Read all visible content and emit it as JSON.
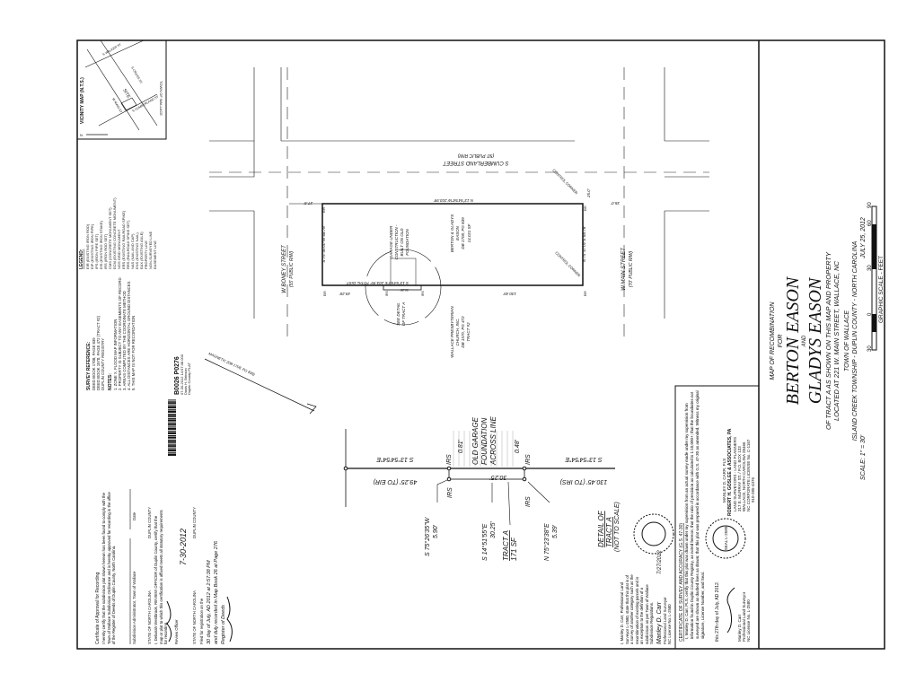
{
  "title_block": {
    "map_of": "MAP OF RECOMBINATION",
    "for": "FOR",
    "owner1": "BERTON EASON",
    "and": "AND",
    "owner2": "GLADYS EASON",
    "desc1": "OF TRACT A AS SHOWN ON THIS MAP AND PROPERTY",
    "desc2": "LOCATED AT 221 W. MAIN STREET, WALLACE, NC",
    "town": "TOWN OF WALLACE",
    "township": "ISLAND CREEK TOWNSHIP - DUPLIN COUNTY - NORTH CAROLINA",
    "scale": "SCALE: 1\" = 30'",
    "date": "JULY 25, 2012",
    "graphic_scale": "GRAPHIC SCALE - FEET",
    "scale_ticks": [
      "30",
      "0",
      "30",
      "60",
      "90"
    ]
  },
  "surveyor_block": {
    "cert_title": "CERTIFICATE OF SURVEY AND ACCURACY (G.S. 47-30)",
    "cert_text": "I, Manley D. Carr, PLS, certify that this plat was drawn under my supervision from an actual survey made under my supervision from information found in Duplin County Registry, as noted hereon; that the ratio of precision as calculated is 1:10,000+; that the boundaries not surveyed are shown as dashed lines as drawn; that this plat was prepared in accordance with G.S. 47-30 as amended. Witness my original signature, License Number, and Seal.",
    "date_line": "this 27th day of July, AD 2012.",
    "name": "Manley D. Carr",
    "title": "Professional Land Surveyor",
    "license": "NC License No. L-2580",
    "firm1": "MANLEY D. CARR, PLS",
    "firm2": "ROBERT H. GOSLEE & ASSOCIATES, PA",
    "firm3": "LAND SURVEYORS - LAND PLANNERS",
    "firm4": "317 E. MURRAY ST. / P.O. BOX 133",
    "firm5": "WALLACE, NORTH CAROLINA 28466",
    "firm6": "NC CORPORATE LICENSE No. C-1167",
    "firm7": "910-285-4376",
    "seal": "SEAL L-2580"
  },
  "left_block": {
    "approval_title": "Certificate of Approval for Recording",
    "approval_text": "I hereby certify that the subdivision plat shown hereon has been found to comply with the Town of Wallace Subdivision Ordinance and is hereby approved for recording in the office of the Register of Deeds of Duplin County, North Carolina.",
    "admin": "Subdivision Administrator, Town of Wallace",
    "date_label": "Date",
    "state1": "STATE OF NORTH CAROLINA",
    "county1": "DUPLIN COUNTY",
    "review_text": "I, Deborah Westbrook, REVIEW OFFICER of Duplin County, certify that the map or plat to which this certification is affixed meets all statutory requirements for recording.",
    "review_officer": "Review Officer",
    "review_date": "7-30-2012",
    "state2": "STATE OF NORTH CAROLINA",
    "county2": "DUPLIN COUNTY",
    "filed": "Filed for registration on the",
    "filed_day": "30 day of July, AD 2012 at 2:57:38 PM",
    "recorded": "and duly recorded in Map Book 26 at Page 276",
    "register": "Register of Deeds",
    "surveyor_cert": "I, Manley D. Carr, Professional Land Surveyor L-2580, state that this plat is of a survey of another category such as the recombination of existing parcels and is an exception to the definition of a subdivision as per Town of Wallace Subdivision Regulations.",
    "surveyor_date": "7/27/2012",
    "surveyor_name": "Manley D. Carr",
    "surveyor_title": "Professional Land Surveyor",
    "surveyor_license": "NC License No. L-2580"
  },
  "recording_stamp": {
    "book": "B0026 P0276",
    "line1": "07-30-2012 14:57:38.000",
    "line2": "Davis H. Brinson",
    "line3": "Duplin County PLAT"
  },
  "notes": {
    "ref_title": "SURVEY REFERENCE:",
    "refs": [
      "DEED BOOK 1708, PAGE 839",
      "DEED BOOK 1570, PAGE 472 (TRACT #2)",
      "DUPLIN COUNTY REGISTRY"
    ],
    "notes_title": "NOTES:",
    "items": [
      "1. ZONE X, FLOOD MAP INFORMATION",
      "2. PROPERTY IS SUBJECT TO ANY EASEMENTS OF RECORD",
      "3. AREAS COMPUTED BY THE COORDINATE METHOD",
      "4. ALL DISTANCES ARE HORIZONTAL GROUND DISTANCES",
      "5. THIS MAP IS NOT FOR RECORDATION"
    ]
  },
  "legend": {
    "title": "LEGEND:",
    "items": [
      "EIR (EXISTING IRON ROD)",
      "EIP (EXISTING IRON PIPE)",
      "IPS (IRON PIPE SET)",
      "EIS (EXISTING IRON STAKE)",
      "IRS (IRON ROD SET)",
      "CMS (CONCRETE MONUMENT SET)",
      "ECM (EXISTING CONCRETE MONUMENT)",
      "NGS GRID MONUMENT",
      "ERS (EXISTING RAILROAD SPIKE)",
      "RRS (RAILROAD SPIKE SET)",
      "NAS (NAIL AND CAP)",
      "ENS (EXISTING NAIL)",
      "EAX (EXISTING AXLE)",
      "PROPERTY LINE",
      "NON-SURVEYED LINE",
      "EASEMENT LINE"
    ]
  },
  "vicinity_map": {
    "title": "VICINITY MAP (N.T.S.)",
    "streets": [
      "S WALKER ST",
      "S CROSS ST",
      "W MAIN ST",
      "S CUMBERLAND ST"
    ],
    "site": "SITE",
    "town": "TOWN OF WALLACE",
    "north": "N"
  },
  "plat": {
    "street_north": "S CUMBERLAND STREET",
    "street_north_row": "(50' PUBLIC R/W)",
    "street_west": "W BONEY STREET",
    "street_west_row": "(55' PUBLIC R/W)",
    "street_east": "W MAIN STREET",
    "street_east_row": "(70' PUBLIC R/W)",
    "top_bearing": "N 13°54'54\"W 203.99'",
    "bottom_bearing": "S 13°54'54\"E 203.99' TOTAL DIST.",
    "left_bearing": "S 75°45'00\"W 68.78'",
    "right_bearing": "N 75°47'00\"E 68.78'",
    "dist_27": "27.5'",
    "dist_25": "25.0'",
    "dist_35": "35.0'",
    "dist_4925": "49.25'",
    "dist_3025": "30.25'",
    "dist_13045": "130.45'",
    "eir": "EIR",
    "irs": "IRS",
    "control": "CONTROL CORNER",
    "owner_text": [
      "BERTON & GLADYS",
      "EASON",
      "DB 1708, PG 839",
      "14,021 SF"
    ],
    "garage_text": [
      "GARAGE UNDER",
      "CONSTRUCTION -",
      "BUILT ON OLD",
      "FOUNDATION"
    ],
    "see_detail": [
      "SEE DETAIL",
      "OF TRACT A"
    ],
    "church_text": [
      "WALLACE PRESBYTERIAN",
      "CHURCH, INC.",
      "DB 1570, PG 472",
      "TRACT #2"
    ],
    "magnetic": "MAGNETIC (DB 1708, PG 839)"
  },
  "detail": {
    "left_bearing": "S 13°54'54\"E",
    "left_dist": "49.25' (TO EIR)",
    "right_bearing": "S 13°54'54\"E",
    "right_dist": "130.45' (TO IRS)",
    "irs": "IRS",
    "off1": "0.81'",
    "off2": "0.48'",
    "garage": [
      "OLD GARAGE",
      "FOUNDATION",
      "ACROSS LINE"
    ],
    "inner": "30.25'",
    "b1": "S 75°26'35\"W",
    "b1d": "5.90'",
    "b2": "S 14°51'55\"E",
    "b2d": "30.25'",
    "b3": "N 75°23'38\"E",
    "b3d": "5.39'",
    "tract": "TRACT A",
    "tract_area": "171 SF",
    "detail_title": "DETAIL OF",
    "detail_title2": "TRACT A",
    "nts": "(NOT TO SCALE)"
  }
}
